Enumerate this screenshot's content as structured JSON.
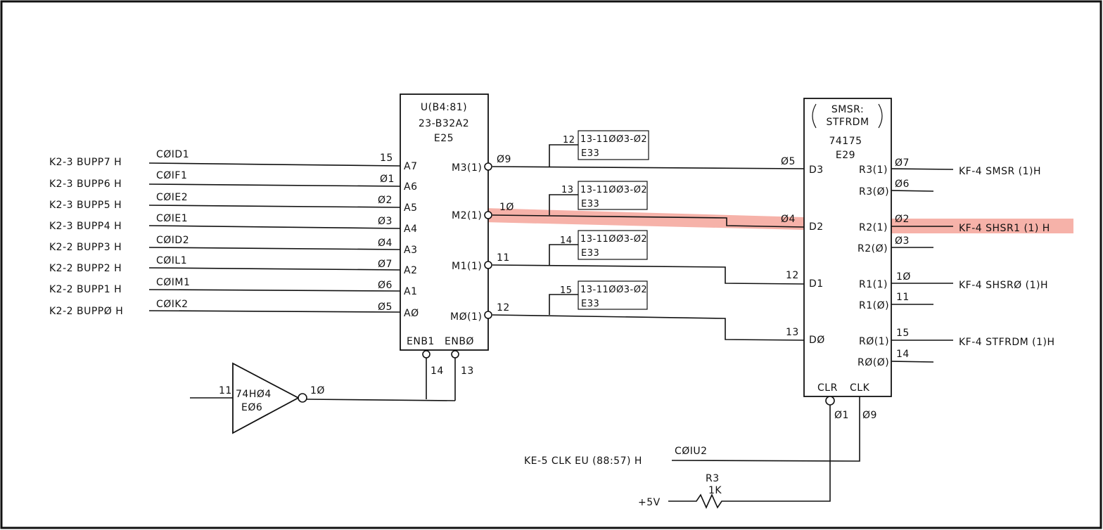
{
  "highlight_color": "#f5a49a",
  "mux": {
    "ref": "U(B4:81)",
    "part": "23-B32A2",
    "loc": "E25",
    "inputs": [
      {
        "signal": "K2-3  BUPP7  H",
        "net": "CØID1",
        "pin": "15",
        "name": "A7"
      },
      {
        "signal": "K2-3  BUPP6  H",
        "net": "CØIF1",
        "pin": "Ø1",
        "name": "A6"
      },
      {
        "signal": "K2-3  BUPP5  H",
        "net": "CØIE2",
        "pin": "Ø2",
        "name": "A5"
      },
      {
        "signal": "K2-3  BUPP4  H",
        "net": "CØIE1",
        "pin": "Ø3",
        "name": "A4"
      },
      {
        "signal": "K2-2  BUPP3  H",
        "net": "CØID2",
        "pin": "Ø4",
        "name": "A3"
      },
      {
        "signal": "K2-2  BUPP2  H",
        "net": "CØIL1",
        "pin": "Ø7",
        "name": "A2"
      },
      {
        "signal": "K2-2  BUPP1  H",
        "net": "CØIM1",
        "pin": "Ø6",
        "name": "A1"
      },
      {
        "signal": "K2-2  BUPPØ H",
        "net": "CØIK2",
        "pin": "Ø5",
        "name": "AØ"
      }
    ],
    "outputs": [
      {
        "name": "M3(1)",
        "pin": "Ø9"
      },
      {
        "name": "M2(1)",
        "pin": "1Ø"
      },
      {
        "name": "M1(1)",
        "pin": "11"
      },
      {
        "name": "MØ(1)",
        "pin": "12"
      }
    ],
    "enables": [
      {
        "name": "ENB1",
        "pin": "14"
      },
      {
        "name": "ENBØ",
        "pin": "13"
      }
    ]
  },
  "pullups": [
    {
      "pin": "12",
      "part": "13-11ØØ3-Ø2",
      "loc": "E33"
    },
    {
      "pin": "13",
      "part": "13-11ØØ3-Ø2",
      "loc": "E33"
    },
    {
      "pin": "14",
      "part": "13-11ØØ3-Ø2",
      "loc": "E33"
    },
    {
      "pin": "15",
      "part": "13-11ØØ3-Ø2",
      "loc": "E33"
    }
  ],
  "inverter": {
    "in_pin": "11",
    "part": "74HØ4",
    "loc": "EØ6",
    "out_pin": "1Ø"
  },
  "flipflop": {
    "ref_line1": "SMSR:",
    "ref_line2": "STFRDM",
    "part": "74175",
    "loc": "E29",
    "d_inputs": [
      {
        "name": "D3",
        "pin": "Ø5"
      },
      {
        "name": "D2",
        "pin": "Ø4"
      },
      {
        "name": "D1",
        "pin": "12"
      },
      {
        "name": "DØ",
        "pin": "13"
      }
    ],
    "q_outputs": [
      {
        "name": "R3(1)",
        "pin": "Ø7",
        "signal": "KF-4  SMSR  (1)H"
      },
      {
        "name": "R3(Ø)",
        "pin": "Ø6",
        "signal": ""
      },
      {
        "name": "R2(1)",
        "pin": "Ø2",
        "signal": "KF-4  SHSR1  (1) H"
      },
      {
        "name": "R2(Ø)",
        "pin": "Ø3",
        "signal": ""
      },
      {
        "name": "R1(1)",
        "pin": "1Ø",
        "signal": "KF-4  SHSRØ  (1)H"
      },
      {
        "name": "R1(Ø)",
        "pin": "11",
        "signal": ""
      },
      {
        "name": "RØ(1)",
        "pin": "15",
        "signal": "KF-4  STFRDM  (1)H"
      },
      {
        "name": "RØ(Ø)",
        "pin": "14",
        "signal": ""
      }
    ],
    "clr": {
      "name": "CLR",
      "pin": "Ø1"
    },
    "clk": {
      "name": "CLK",
      "pin": "Ø9"
    }
  },
  "clock": {
    "signal": "KE-5  CLK  EU (88:57)  H",
    "net": "CØIU2"
  },
  "resistor": {
    "ref": "R3",
    "value": "1K",
    "supply": "+5V"
  }
}
